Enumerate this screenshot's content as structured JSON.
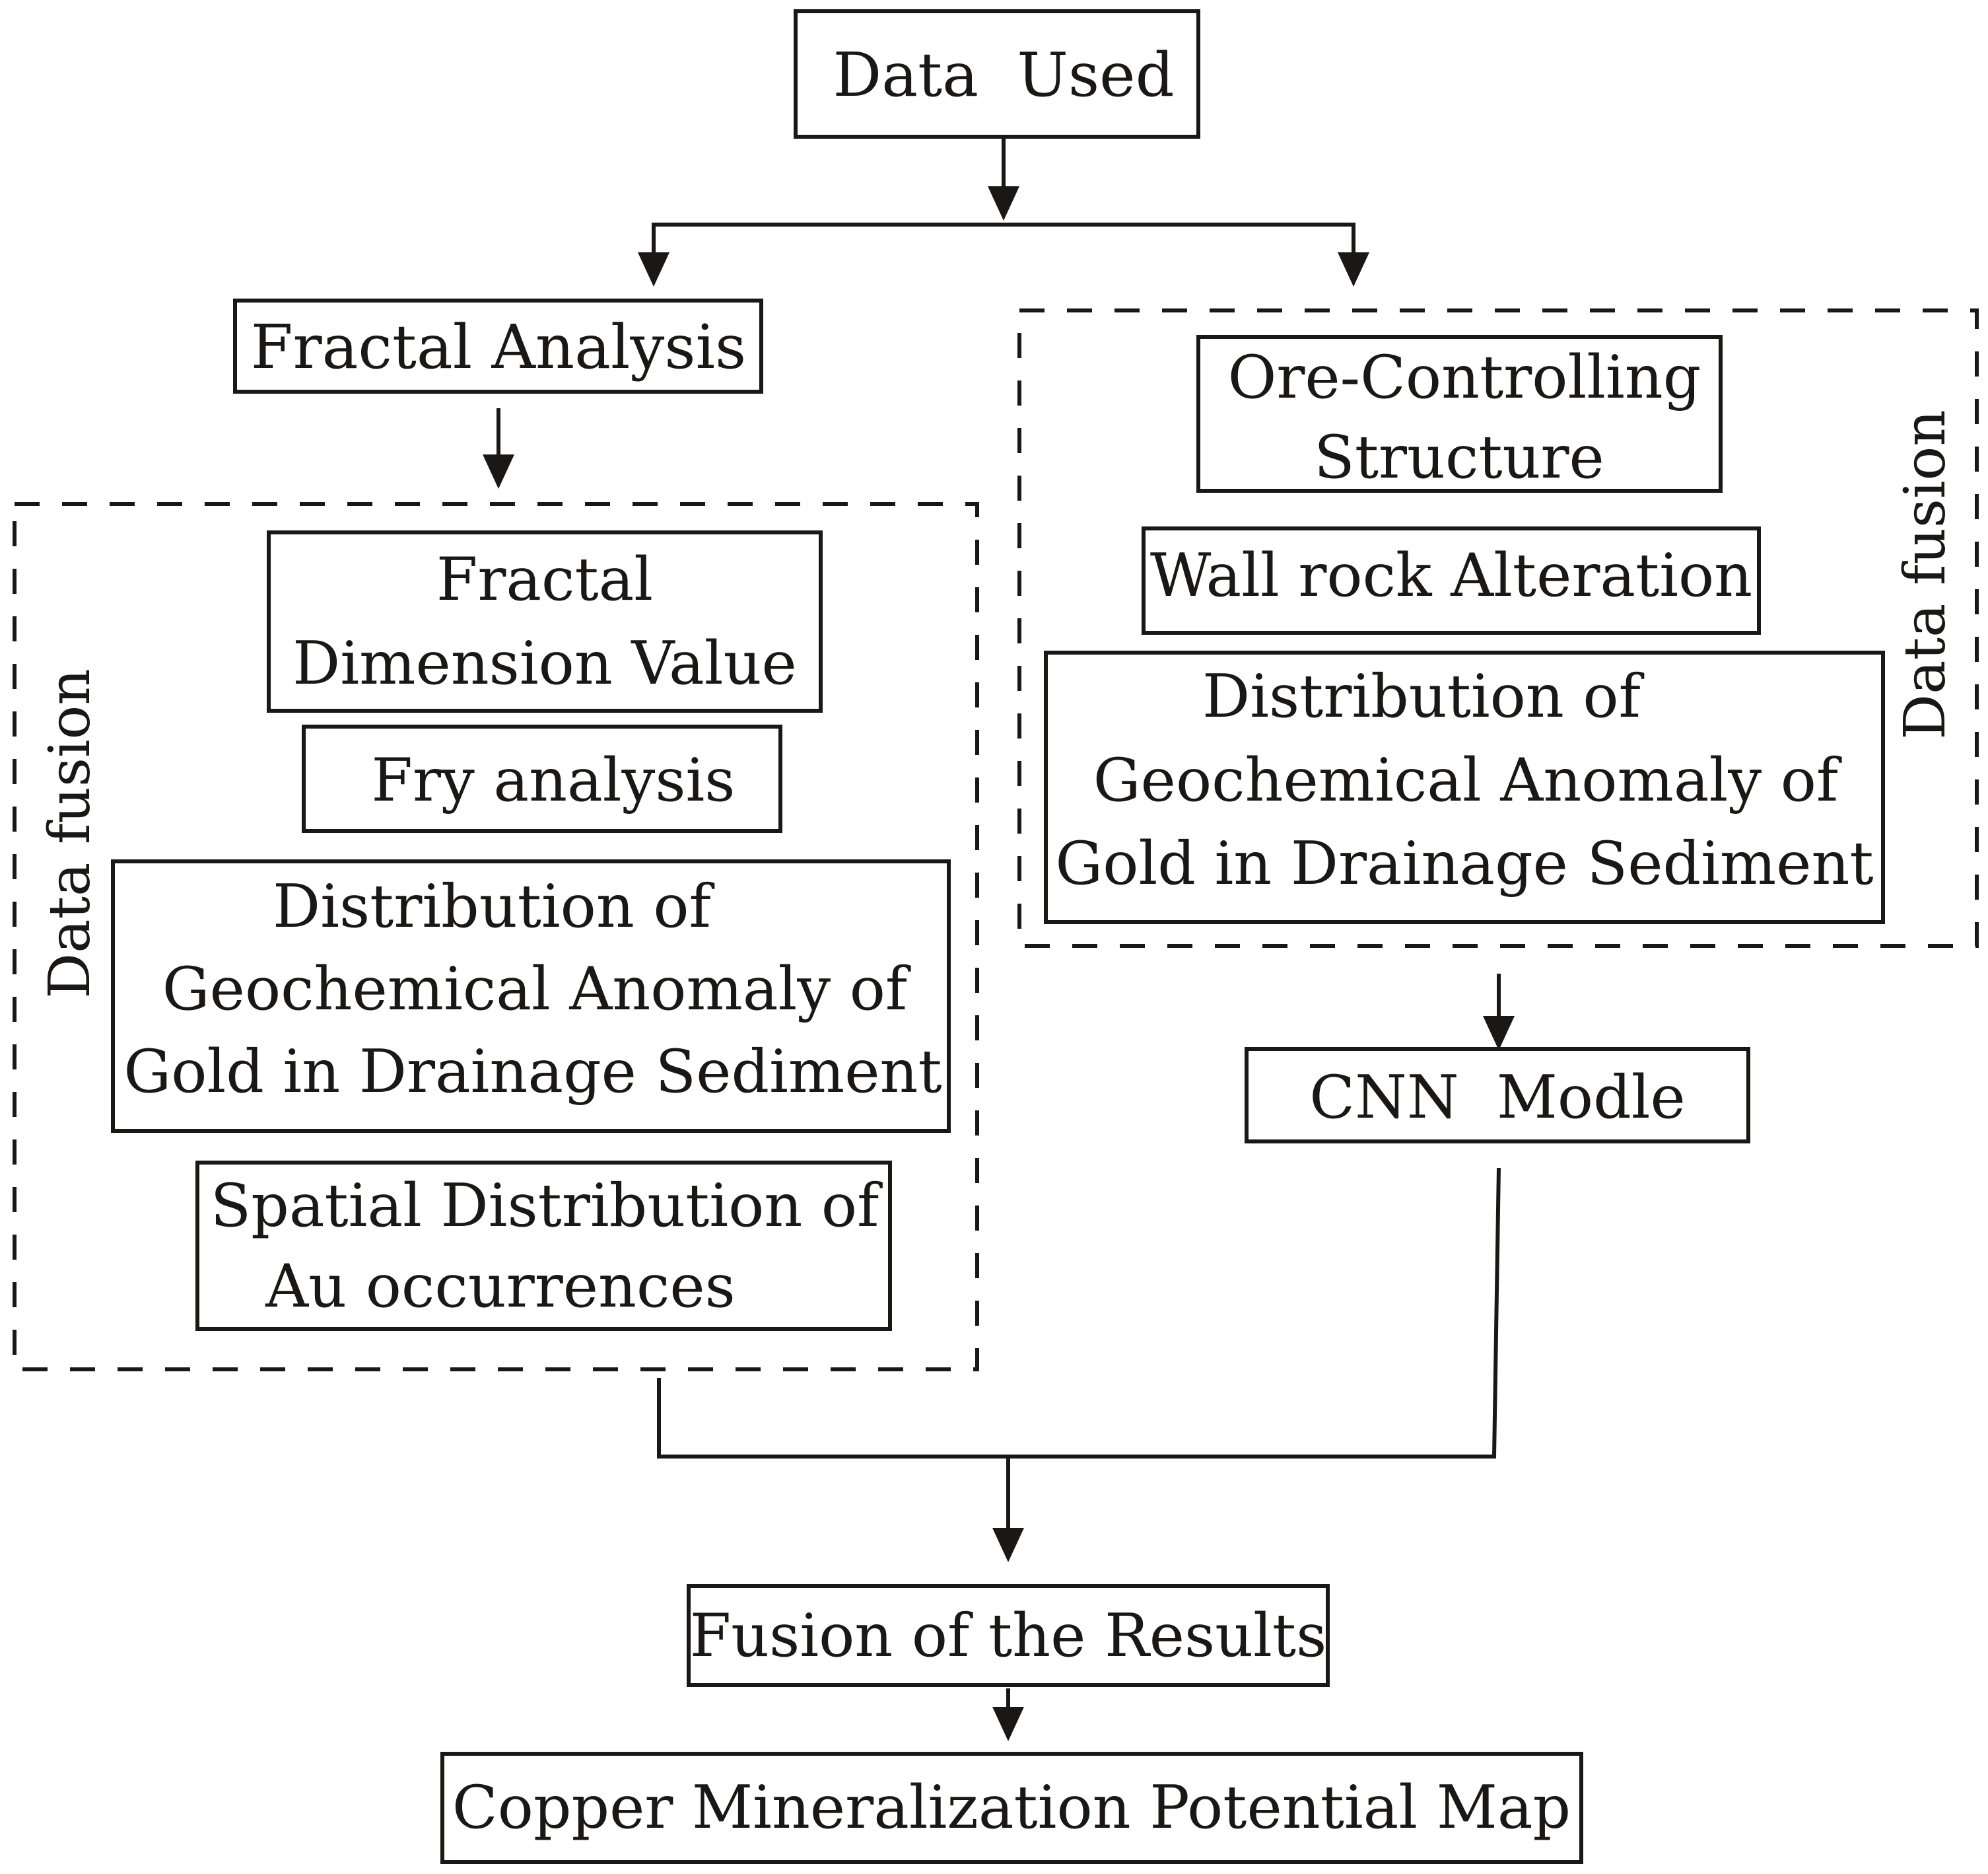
{
  "nodes": {
    "data_used": "Data  Used",
    "fractal_analysis": "Fractal Analysis",
    "fractal_dimension": [
      "Fractal",
      "Dimension Value"
    ],
    "fry_analysis": "Fry analysis",
    "geochem_left": [
      "Distribution of",
      "Geochemical Anomaly of",
      "Gold in Drainage Sediment"
    ],
    "spatial_distribution": [
      "Spatial Distribution of",
      "Au occurrences"
    ],
    "ore_controlling": [
      "Ore-Controlling",
      "Structure"
    ],
    "wall_rock": "Wall rock Alteration",
    "geochem_right": [
      "Distribution of",
      "Geochemical Anomaly of",
      "Gold in Drainage Sediment"
    ],
    "cnn_model": "CNN  Modle",
    "fusion_results": "Fusion of the Results",
    "copper_map": "Copper Mineralization Potential Map"
  },
  "groups": {
    "left_label": "Data fusion",
    "right_label": "Data fusion"
  },
  "colors": {
    "ink": "#1a1714",
    "background": "#ffffff"
  }
}
